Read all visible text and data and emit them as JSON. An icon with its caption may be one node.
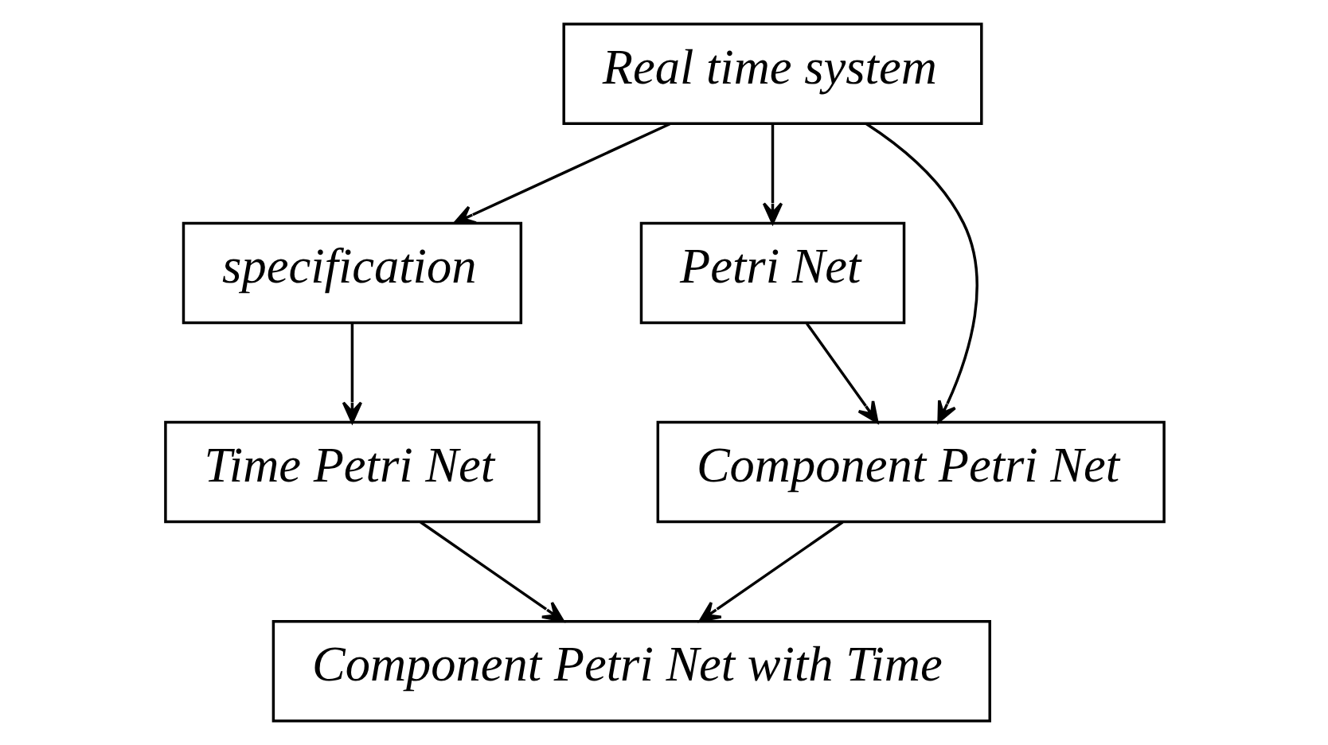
{
  "diagram": {
    "nodes": [
      {
        "text": [
          "Real time system"
        ]
      },
      {
        "text": [
          "specification"
        ]
      },
      {
        "text": [
          "Petri Net"
        ]
      },
      {
        "text": [
          "Time Petri Net"
        ]
      },
      {
        "text": [
          "Component Petri Net"
        ]
      },
      {
        "text": [
          "Component Petri Net with Time"
        ]
      }
    ],
    "edges": [
      {
        "from": 0,
        "to": 1,
        "arrow": "to"
      },
      {
        "from": 0,
        "to": 2,
        "arrow": "to"
      },
      {
        "from": 0,
        "to": 4,
        "arrow": "to"
      },
      {
        "from": 1,
        "to": 3,
        "arrow": "to"
      },
      {
        "from": 2,
        "to": 4,
        "arrow": "to"
      },
      {
        "from": 3,
        "to": 5,
        "arrow": "to"
      },
      {
        "from": 4,
        "to": 5,
        "arrow": "to"
      }
    ]
  }
}
